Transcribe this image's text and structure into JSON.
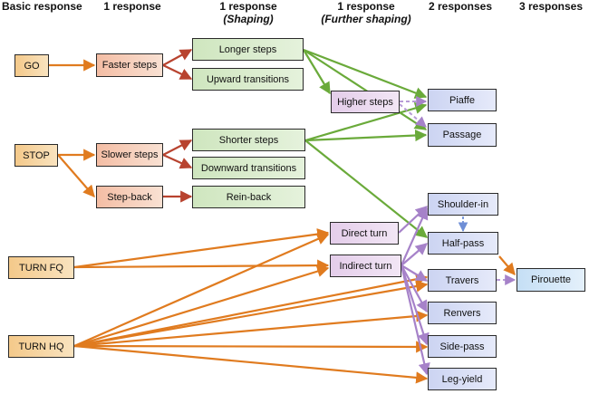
{
  "headers": {
    "col1": "Basic response",
    "col2": "1 response",
    "col3": "1 response",
    "col3_sub": "(Shaping)",
    "col4": "1 response",
    "col4_sub": "(Further shaping)",
    "col5": "2 responses",
    "col6": "3 responses"
  },
  "nodes": {
    "go": "GO",
    "stop": "STOP",
    "turn_fq": "TURN FQ",
    "turn_hq": "TURN HQ",
    "faster_steps": "Faster steps",
    "slower_steps": "Slower steps",
    "step_back": "Step-back",
    "longer_steps": "Longer steps",
    "upward_transitions": "Upward transitions",
    "shorter_steps": "Shorter steps",
    "downward_transitions": "Downward transitions",
    "rein_back": "Rein-back",
    "higher_steps": "Higher steps",
    "direct_turn": "Direct turn",
    "indirect_turn": "Indirect turn",
    "piaffe": "Piaffe",
    "passage": "Passage",
    "shoulder_in": "Shoulder-in",
    "half_pass": "Half-pass",
    "travers": "Travers",
    "renvers": "Renvers",
    "side_pass": "Side-pass",
    "leg_yield": "Leg-yield",
    "pirouette": "Pirouette"
  },
  "colors": {
    "orange_arrow": "#e07b1f",
    "red_arrow": "#b8432f",
    "green_arrow": "#6aaa3a",
    "purple_arrow": "#a682c9",
    "dashed_purple": "#b79bd6",
    "blue_arrow": "#6f8fd6"
  }
}
